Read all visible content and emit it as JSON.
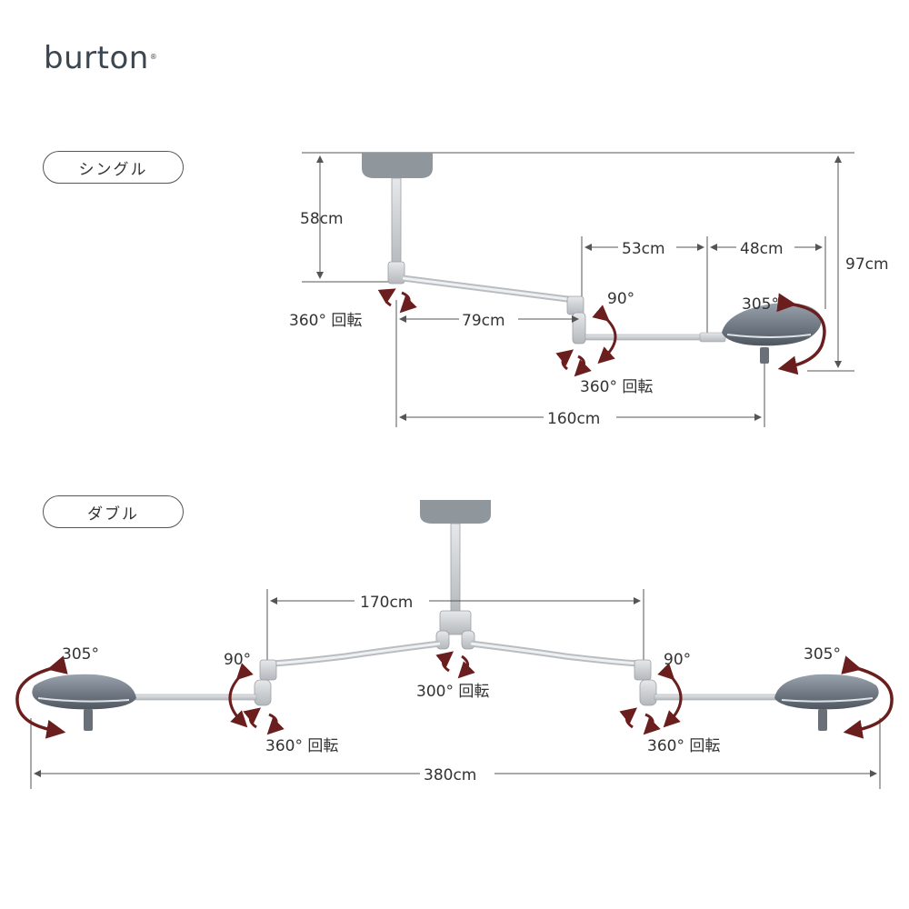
{
  "brand": {
    "logo": "burton"
  },
  "single": {
    "label": "シングル",
    "dim_height_post": "58cm",
    "dim_total_height": "97cm",
    "dim_arm1": "79cm",
    "dim_arm2": "53cm",
    "dim_head": "48cm",
    "dim_total_reach": "160cm",
    "rot_base": "360° 回転",
    "rot_elbow": "360° 回転",
    "tilt": "90°",
    "head_rot": "305°"
  },
  "double": {
    "label": "ダブル",
    "dim_arm_span": "170cm",
    "dim_total_span": "380cm",
    "rot_center": "300° 回転",
    "rot_left_elbow": "360° 回転",
    "rot_right_elbow": "360° 回転",
    "tilt_left": "90°",
    "tilt_right": "90°",
    "head_rot_left": "305°",
    "head_rot_right": "305°"
  },
  "colors": {
    "arrow": "#6b1e1e",
    "line": "#555555",
    "metal": "#c8ccd0"
  }
}
